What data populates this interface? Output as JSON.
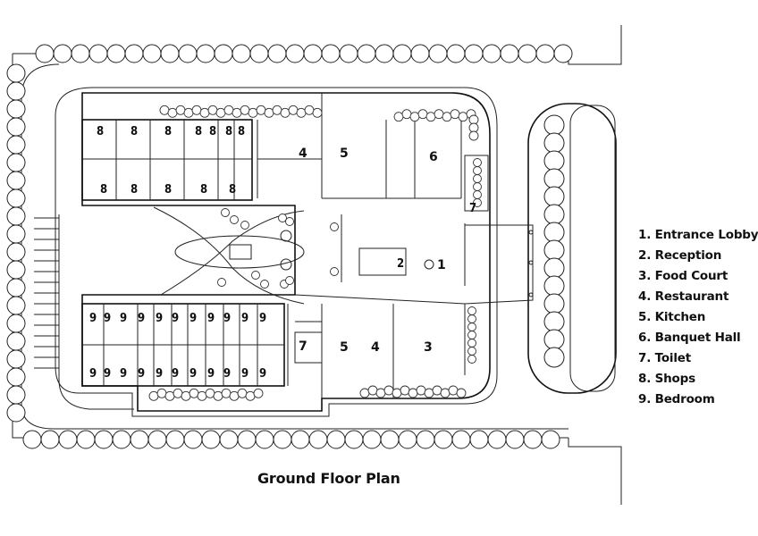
{
  "caption": "Ground Floor Plan",
  "legend": [
    "1. Entrance Lobby",
    "2. Reception",
    "3. Food Court",
    "4. Restaurant",
    "5. Kitchen",
    "6. Banquet Hall",
    "7. Toilet",
    "8. Shops",
    "9. Bedroom"
  ],
  "room_labels": {
    "entrance_lobby": "1",
    "reception": "2",
    "food_court": "3",
    "restaurant_top": "4",
    "restaurant_bottom": "4",
    "kitchen_top": "5",
    "kitchen_bottom": "5",
    "banquet_hall": "6",
    "toilet_top": "7",
    "toilet_bottom": "7",
    "shop": "8",
    "bedroom": "9"
  }
}
